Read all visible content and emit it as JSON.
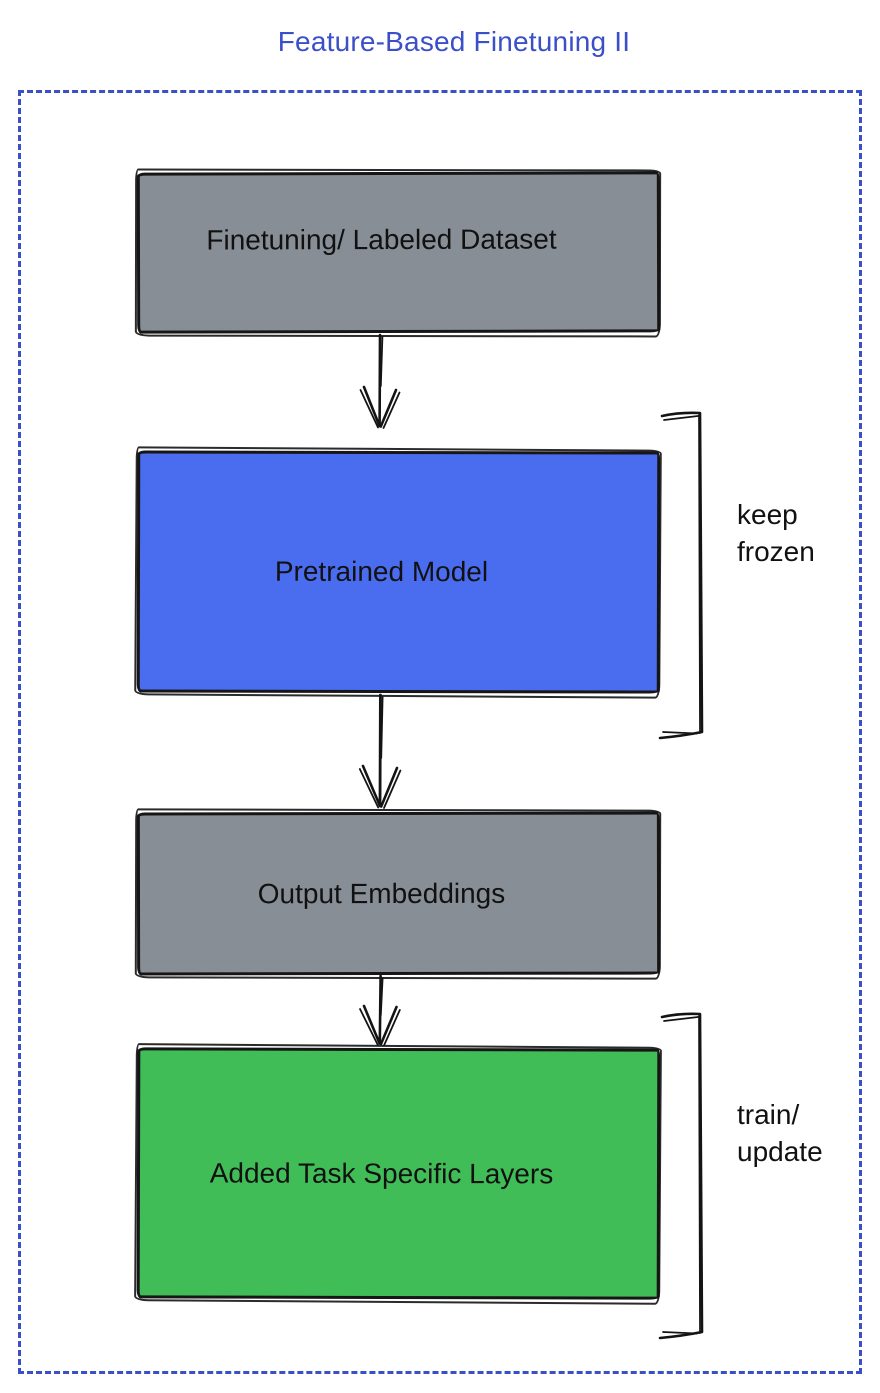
{
  "title": "Feature-Based Finetuning II",
  "colors": {
    "title_text": "#3b4fc9",
    "frame_border": "#3a50c4",
    "node_gray": "#878e96",
    "node_blue": "#4a6df0",
    "node_green": "#41bd58",
    "sketch_stroke": "#141414",
    "label_text": "#111111"
  },
  "nodes": [
    {
      "label": "Finetuning/ Labeled Dataset",
      "fill": "#878e96"
    },
    {
      "label": "Pretrained Model",
      "fill": "#4a6df0"
    },
    {
      "label": "Output Embeddings",
      "fill": "#878e96"
    },
    {
      "label": "Added Task Specific Layers",
      "fill": "#41bd58"
    }
  ],
  "annotations": [
    {
      "lines": [
        "keep",
        "frozen"
      ]
    },
    {
      "lines": [
        "train/",
        "update"
      ]
    }
  ]
}
